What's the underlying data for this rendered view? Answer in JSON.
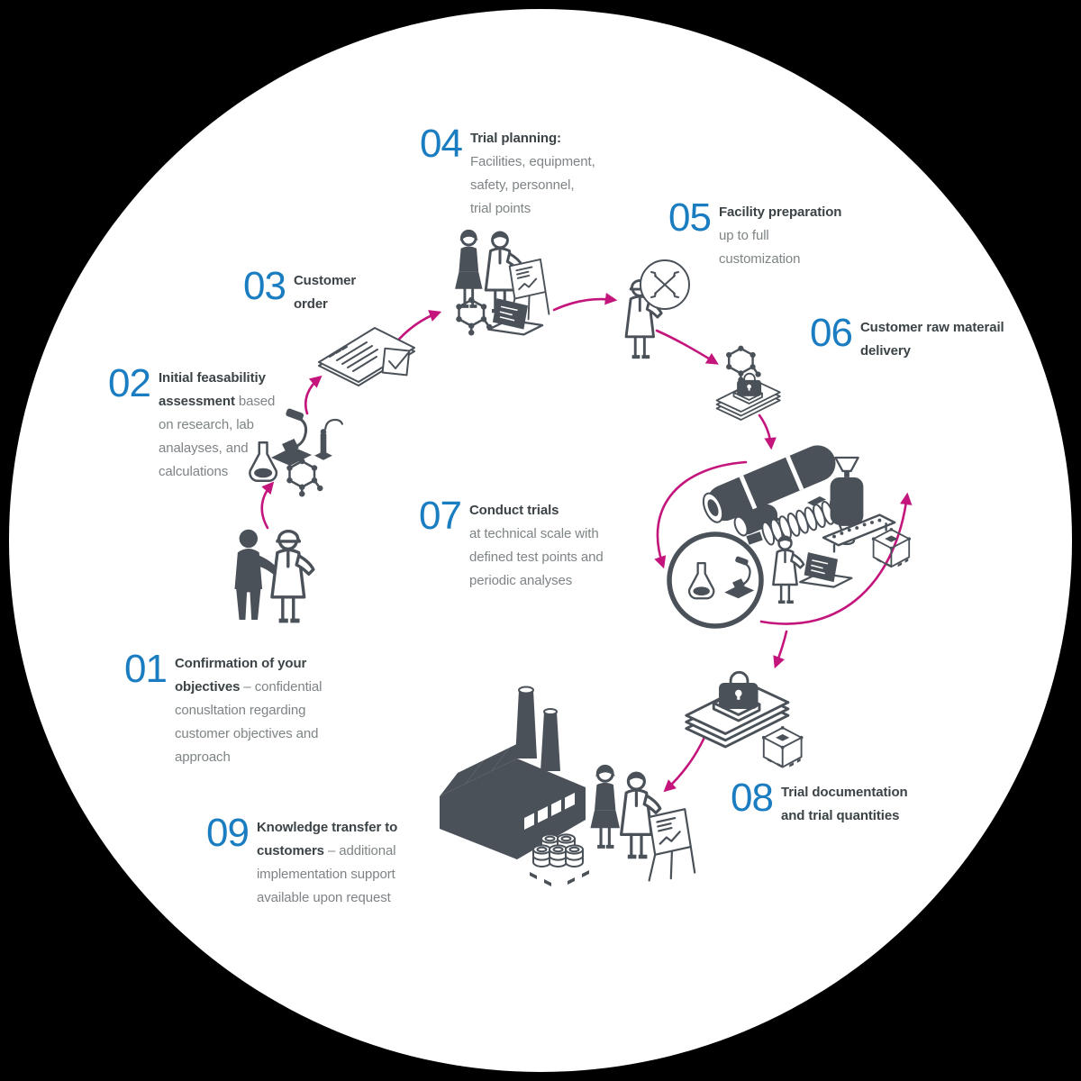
{
  "title": "Customer trial process cycle",
  "colors": {
    "background": "#000000",
    "canvas_circle": "#ffffff",
    "step_number_blue": "#1b7dc1",
    "arrow_magenta": "#c4157c",
    "heading_dark": "#3b4347",
    "body_gray": "#7e8486",
    "illustration_slate": "#4a5158"
  },
  "steps": [
    {
      "num": "01",
      "bold": "Confirmation of your\nobjectives",
      "rest": " – confidential\nconusltation regarding\ncustomer objectives and\napproach"
    },
    {
      "num": "02",
      "bold": "Initial feasabilitiy\nassessment",
      "rest": " based\non research, lab\nanalayses, and\ncalculations"
    },
    {
      "num": "03",
      "bold": "Customer\norder",
      "rest": ""
    },
    {
      "num": "04",
      "bold": "Trial planning:",
      "rest": "\nFacilities, equipment,\nsafety, personnel,\ntrial points"
    },
    {
      "num": "05",
      "bold": "Facility preparation",
      "rest": "\nup to full\ncustomization"
    },
    {
      "num": "06",
      "bold": "Customer raw materail\ndelivery",
      "rest": ""
    },
    {
      "num": "07",
      "bold": "Conduct trials",
      "rest": "\nat technical scale with\ndefined test points and\nperiodic analyses"
    },
    {
      "num": "08",
      "bold": "Trial documentation\nand trial quantities",
      "rest": ""
    },
    {
      "num": "09",
      "bold": "Knowledge transfer to\ncustomers",
      "rest": " – additional\nimplementation support\navailable upon request"
    }
  ],
  "icons": {
    "step01": "handshake-people-icon",
    "step02": "lab-equipment-icon (microscope, burner, flask, molecule)",
    "step03": "order-document-checkmark-icon",
    "step04": "planning-meeting-icon (people, flipchart, laptop, molecule)",
    "step05": "technician-tools-badge-icon",
    "step06": "molecule-and-secured-parcel-icon",
    "step07": "technical-plant-icon (rotary drum, screw conveyor, vessel, conveyor, big-bag, analysis-loupe, scientist, laptop)",
    "step08": "locked-documentation-stack-and-bigbag-icon",
    "step09": "factory-delivery-icon (factory, barrels, people, flipchart)"
  }
}
